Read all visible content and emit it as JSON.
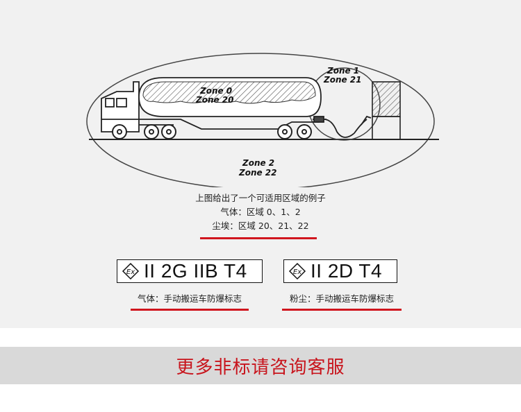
{
  "diagram": {
    "zones": {
      "zone0": "Zone 0",
      "zone20": "Zone 20",
      "zone1": "Zone 1",
      "zone21": "Zone 21",
      "zone2": "Zone 2",
      "zone22": "Zone 22"
    }
  },
  "captions": {
    "line1": "上图给出了一个可适用区域的例子",
    "line2": "气体：区域 0、1、2",
    "line3": "尘埃：区域 20、21、22"
  },
  "marks": [
    {
      "code": "II 2G IIB T4",
      "caption": "气体：手动搬运车防爆标志",
      "icon": "ex-mark-icon"
    },
    {
      "code": "II 2D T4",
      "caption": "粉尘：手动搬运车防爆标志",
      "icon": "ex-mark-icon"
    }
  ],
  "banner": {
    "text": "更多非标请咨询客服"
  },
  "colors": {
    "accent": "#d0151e",
    "panel": "#f1f1f1",
    "banner": "#d9d9d9"
  }
}
